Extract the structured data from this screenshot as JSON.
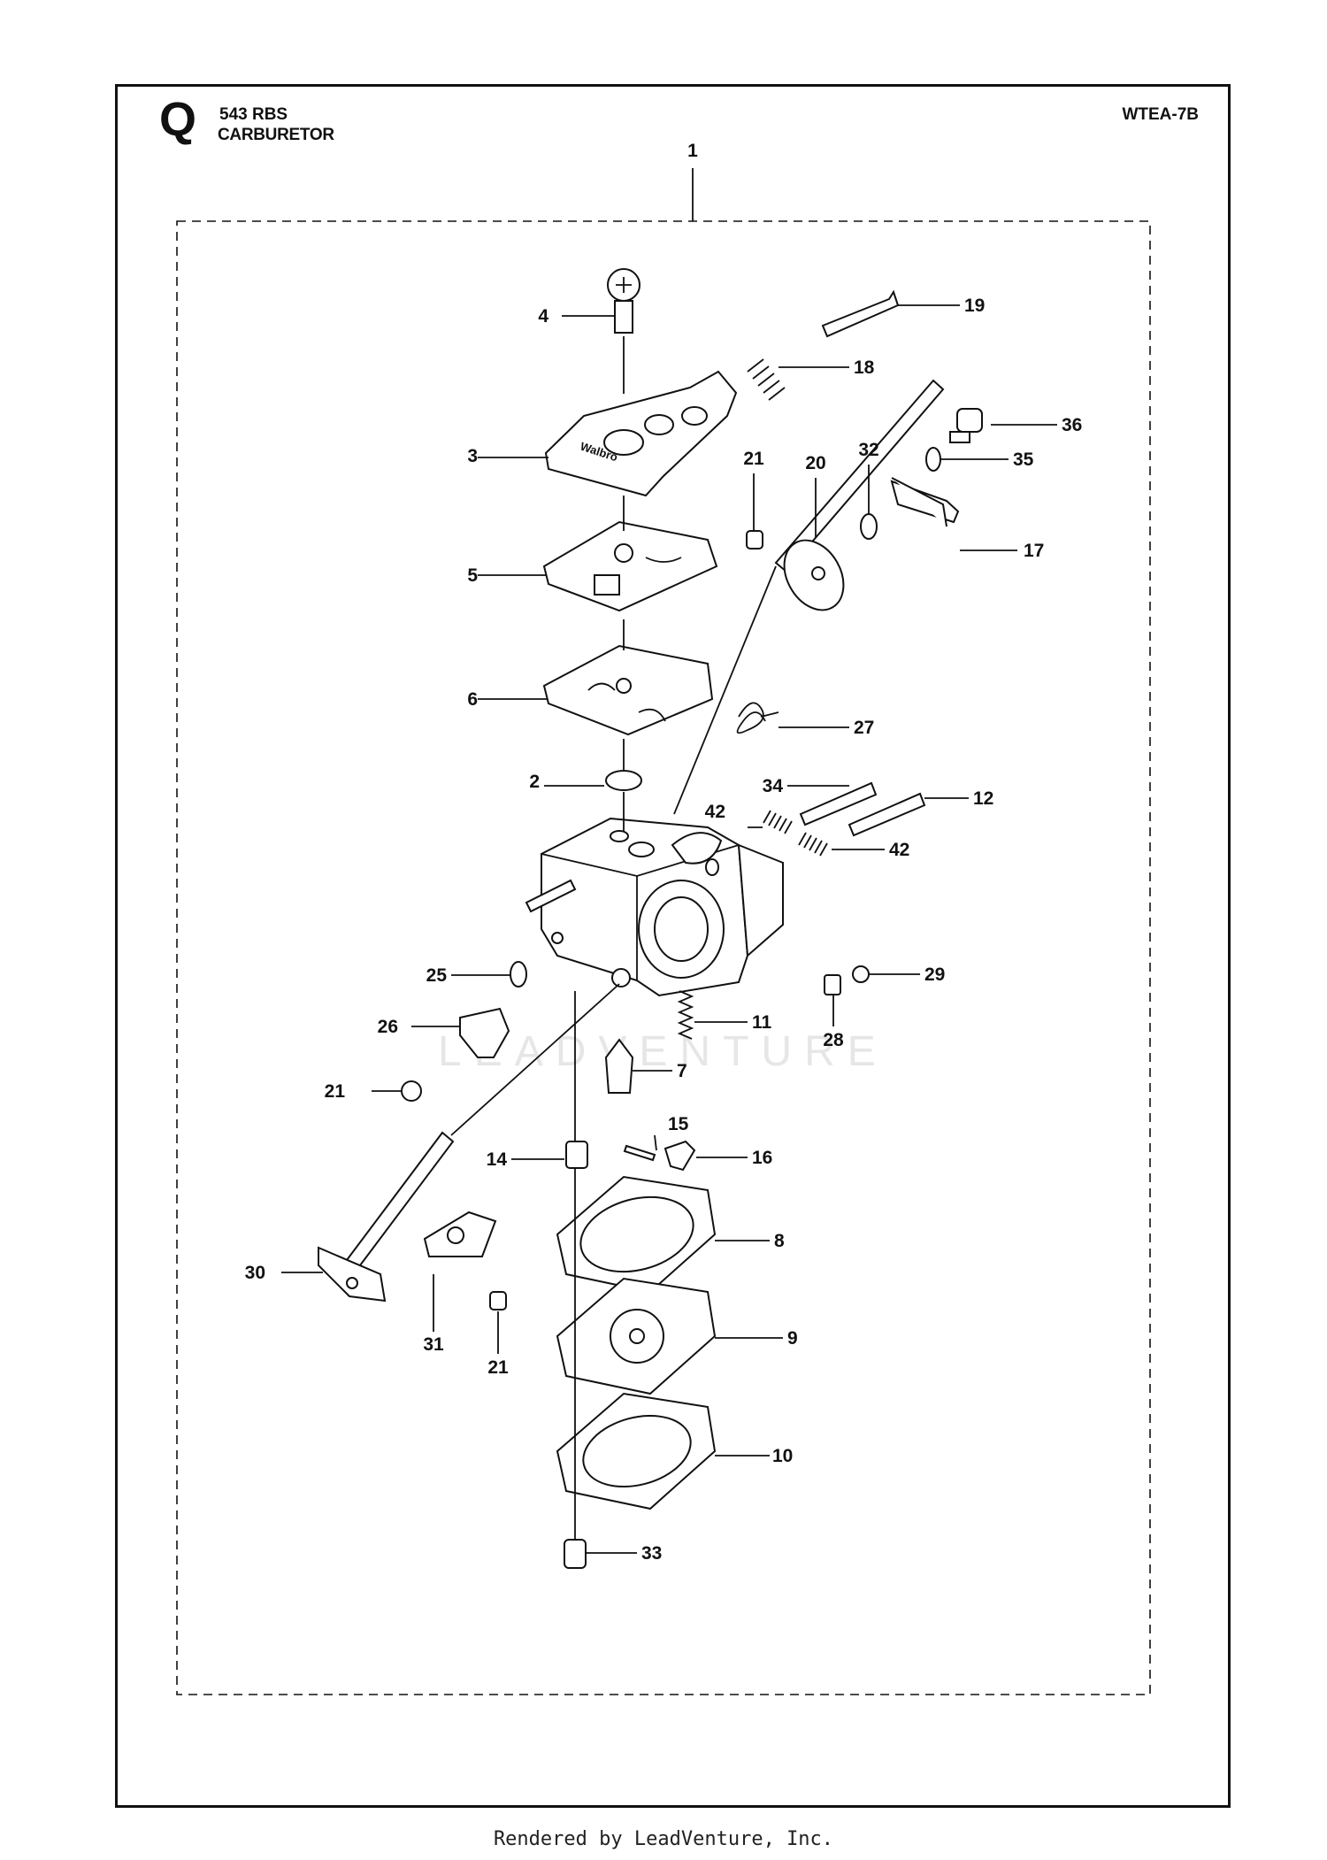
{
  "header": {
    "letter": "Q",
    "model": "543 RBS",
    "title": "CARBURETOR",
    "code": "WTEA-7B"
  },
  "part_labels": [
    "1",
    "2",
    "3",
    "4",
    "5",
    "6",
    "7",
    "8",
    "9",
    "10",
    "11",
    "12",
    "14",
    "15",
    "16",
    "17",
    "18",
    "19",
    "20",
    "21",
    "25",
    "26",
    "27",
    "28",
    "29",
    "30",
    "31",
    "32",
    "33",
    "34",
    "35",
    "36",
    "42"
  ],
  "part_label_brand": "Walbro",
  "watermark": "LEADVENTURE",
  "footer": "Rendered by LeadVenture, Inc."
}
